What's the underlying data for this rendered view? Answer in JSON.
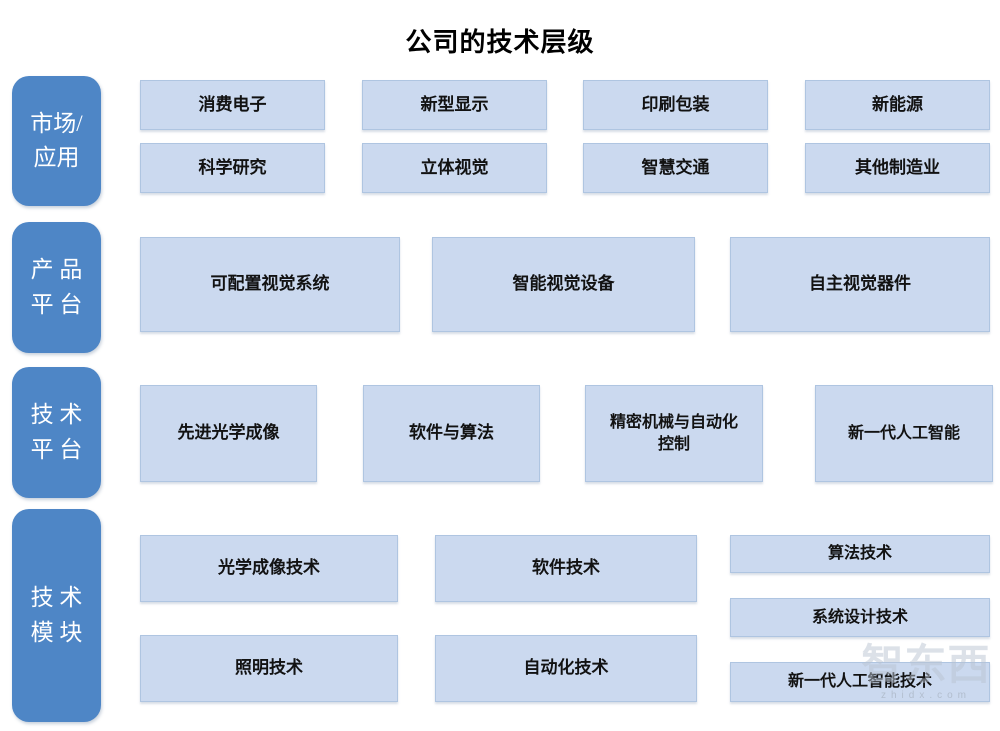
{
  "title": "公司的技术层级",
  "sections": [
    {
      "label": "市场/\n应用",
      "items": [
        "消费电子",
        "新型显示",
        "印刷包装",
        "新能源",
        "科学研究",
        "立体视觉",
        "智慧交通",
        "其他制造业"
      ]
    },
    {
      "label": "产 品\n平 台",
      "items": [
        "可配置视觉系统",
        "智能视觉设备",
        "自主视觉器件"
      ]
    },
    {
      "label": "技 术\n平 台",
      "items": [
        "先进光学成像",
        "软件与算法",
        "精密机械与自动化\n控制",
        "新一代人工智能"
      ]
    },
    {
      "label": "技 术\n模 块",
      "items": [
        "光学成像技术",
        "软件技术",
        "算法技术",
        "系统设计技术",
        "照明技术",
        "自动化技术",
        "新一代人工智能技术"
      ]
    }
  ],
  "colors": {
    "label_blue": "#4E86C6",
    "box_fill": "#CBD9EF",
    "box_border": "#AFC5E1"
  },
  "watermark": {
    "logo": "智东西",
    "site": "zhidx.com"
  }
}
